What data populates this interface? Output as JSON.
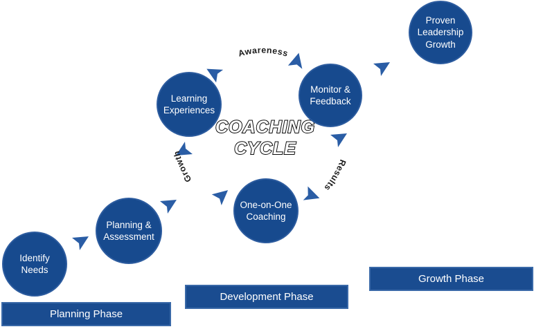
{
  "cycle": {
    "title": [
      "COACHING",
      "CYCLE"
    ],
    "arc_labels": {
      "top": "Awareness",
      "right": "Results",
      "left": "Growth"
    }
  },
  "circles": {
    "identify_needs": {
      "lines": [
        "Identify",
        "Needs"
      ]
    },
    "planning_assessment": {
      "lines": [
        "Planning &",
        "Assessment"
      ]
    },
    "learning_experiences": {
      "lines": [
        "Learning",
        "Experiences"
      ]
    },
    "monitor_feedback": {
      "lines": [
        "Monitor &",
        "Feedback"
      ]
    },
    "one_on_one": {
      "lines": [
        "One-on-One",
        "Coaching"
      ]
    },
    "proven_growth": {
      "lines": [
        "Proven",
        "Leadership",
        "Growth"
      ]
    }
  },
  "phases": {
    "planning": "Planning Phase",
    "development": "Development Phase",
    "growth": "Growth Phase"
  },
  "colors": {
    "node_fill": "#174a8e",
    "node_border": "#2d5c9f",
    "arrow_fill": "#2a5da5",
    "arc_label_text": "#1c1c1c",
    "node_text": "#ffffff",
    "bar_fill": "#1a4c90"
  }
}
